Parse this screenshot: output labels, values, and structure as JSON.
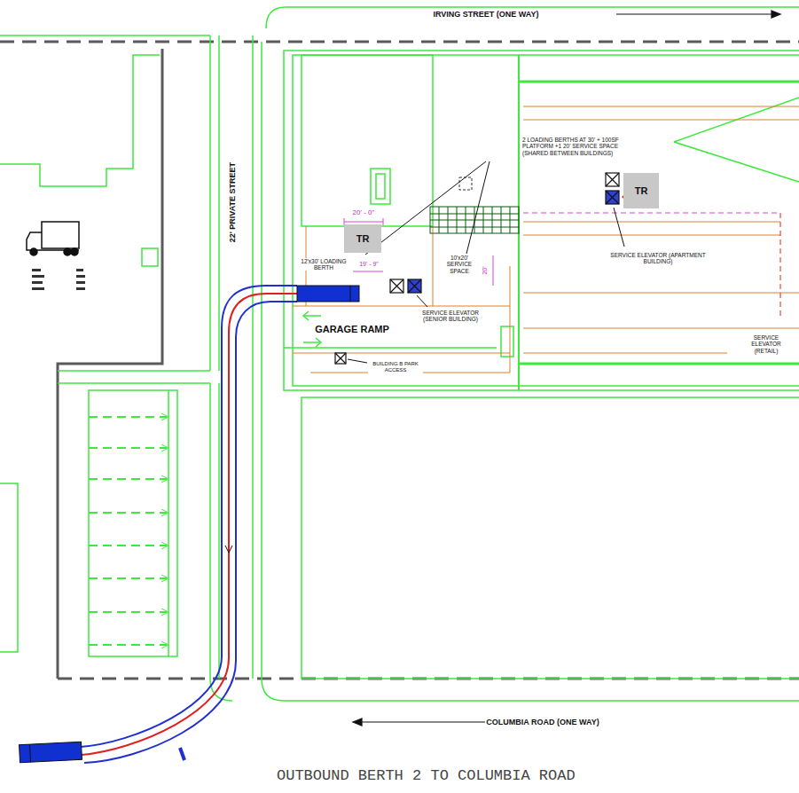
{
  "diagram": {
    "caption": "OUTBOUND BERTH 2 TO COLUMBIA ROAD",
    "nodes": [
      {
        "text": [
          "TR"
        ]
      },
      {
        "text": [
          "TR"
        ]
      }
    ],
    "labels": [
      "IRVING STREET (ONE WAY)",
      "22' PRIVATE STREET",
      "2 LOADING BERTHS AT 30' + 100SF PLATFORM +1 20' SERVICE SPACE (SHARED BETWEEN BUILDINGS)",
      "20' - 0\"",
      "12'x30' LOADING BERTH",
      "19' - 9\"",
      "10'x20' SERVICE SPACE",
      "20'",
      "SERVICE ELEVATOR (SENIOR BUILDING)",
      "GARAGE RAMP",
      "BUILDING B PARK ACCESS",
      "SERVICE ELEVATOR (APARTMENT BUILDING)",
      "SERVICE ELEVATOR (RETAIL)",
      "COLUMBIA ROAD (ONE WAY)"
    ]
  }
}
